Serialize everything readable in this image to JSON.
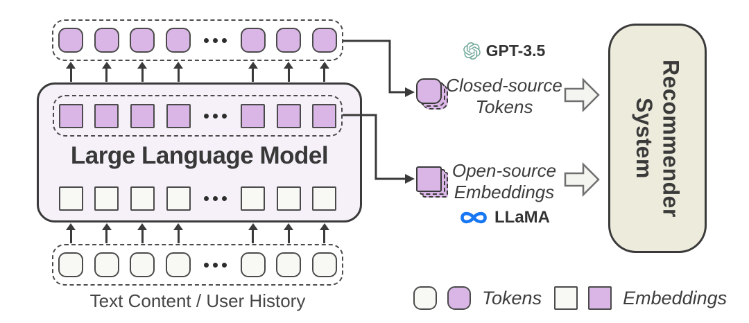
{
  "diagram": {
    "llm_box": {
      "title": "Large Language Model"
    },
    "input_label": "Text Content / User History",
    "rows": {
      "count": 4,
      "tokens_left_of_ellipsis": 4,
      "tokens_right_of_ellipsis": 3,
      "ellipsis": "..."
    },
    "closed_source": {
      "icon": "openai-logo",
      "model_name": "GPT-3.5",
      "caption_line1": "Closed-source",
      "caption_line2": "Tokens"
    },
    "open_source": {
      "icon": "meta-logo",
      "model_name": "LLaMA",
      "caption_line1": "Open-source",
      "caption_line2": "Embeddings"
    },
    "recommender_box": {
      "line1": "Recommender",
      "line2": "System"
    },
    "legend": {
      "tokens_label": "Tokens",
      "embeddings_label": "Embeddings"
    },
    "colors": {
      "purple": "#d9b6e6",
      "off_white": "#f8f8f5",
      "llm_fill": "#f6f1f8",
      "recommender_fill": "#edebdb",
      "outline": "#3a3a3a",
      "openai_green": "#74aa9c",
      "meta_blue": "#1877f2"
    }
  }
}
